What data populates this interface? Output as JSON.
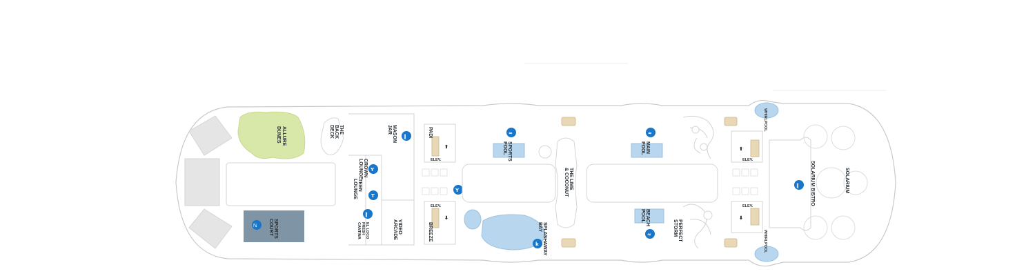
{
  "deck_labels": {
    "allure_dunes": [
      "ALLURE",
      "DUNES"
    ],
    "back_deck": [
      "THE",
      "BACK",
      "DECK"
    ],
    "mason_jar": [
      "MASON",
      "JAR"
    ],
    "crown": [
      "CROWN"
    ],
    "teen_lounge": [
      "TEEN",
      "LOUNGE"
    ],
    "lounge": [
      "LOUNGE"
    ],
    "el_loco": [
      "EL LOCO",
      "FRESH",
      "CANTINA"
    ],
    "video_arcade": [
      "VIDEO",
      "ARCADE"
    ],
    "sports_court": [
      "SPORTS",
      "COURT"
    ],
    "padi": "PADI",
    "breeze": "BREEZE",
    "elev_fwd_top": "ELEV.",
    "elev_fwd_bottom": "ELEV.",
    "elev_aft_top": "ELEV.",
    "elev_aft_bottom": "ELEV.",
    "sports_pool": [
      "SPORTS",
      "POOL"
    ],
    "lime_coconut": [
      "THE LIME",
      "& COCONUT"
    ],
    "splashaway_bay": [
      "SPLASHAWAY",
      "BAY"
    ],
    "main_pool": [
      "MAIN",
      "POOL"
    ],
    "beach_pool": [
      "BEACH",
      "POOL"
    ],
    "perfect_storm": [
      "PERFECT",
      "STORM"
    ],
    "whirlpool_top": "WHIRLPOOL",
    "whirlpool_bottom": "WHIRLPOOL",
    "solarium_bistro": "SOLARIUM BISTRO",
    "solarium": "SOLARIUM"
  },
  "colors": {
    "icon_blue": "#1976c8",
    "pool_blue": "#b8d6ee",
    "dunes_green": "#d8e8a8",
    "sports_court": "#7f95a6",
    "elevator": "#e8d8b5"
  },
  "icons": [
    "dining-icon",
    "bar-icon",
    "teen-icon",
    "pool-icon",
    "kids-icon",
    "sports-icon"
  ]
}
